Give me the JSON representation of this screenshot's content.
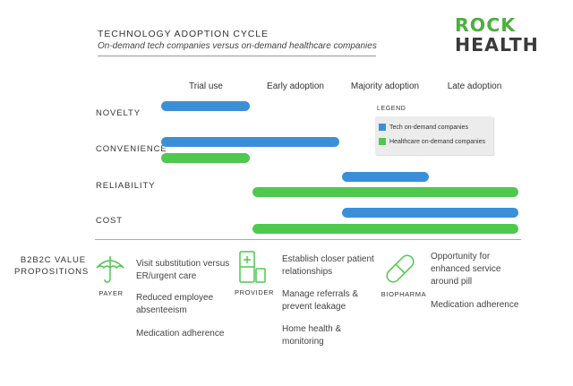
{
  "header": {
    "title": "TECHNOLOGY ADOPTION CYCLE",
    "subtitle": "On-demand tech companies versus on-demand healthcare companies"
  },
  "logo": {
    "line1": "ROCK",
    "line2": "HEALTH",
    "color_green": "#4caf3e",
    "color_dark": "#3a3a3a"
  },
  "phases": [
    "Trial use",
    "Early adoption",
    "Majority adoption",
    "Late adoption"
  ],
  "rows": [
    {
      "label": "NOVELTY"
    },
    {
      "label": "CONVENIENCE"
    },
    {
      "label": "RELIABILITY"
    },
    {
      "label": "COST"
    }
  ],
  "legend": {
    "title": "LEGEND",
    "items": [
      {
        "label": "Tech on-demand companies",
        "color": "#3b8fd9"
      },
      {
        "label": "Healthcare on-demand companies",
        "color": "#4fc84e"
      }
    ]
  },
  "chart_data": {
    "type": "gantt",
    "categories": [
      "Trial use",
      "Early adoption",
      "Majority adoption",
      "Late adoption"
    ],
    "rows": [
      "NOVELTY",
      "CONVENIENCE",
      "RELIABILITY",
      "COST"
    ],
    "series": [
      {
        "name": "Tech on-demand companies",
        "color": "#3b8fd9",
        "spans": [
          {
            "row": "NOVELTY",
            "start": 0,
            "end": 1
          },
          {
            "row": "CONVENIENCE",
            "start": 0,
            "end": 2
          },
          {
            "row": "RELIABILITY",
            "start": 2,
            "end": 3
          },
          {
            "row": "COST",
            "start": 2,
            "end": 4
          }
        ]
      },
      {
        "name": "Healthcare on-demand companies",
        "color": "#4fc84e",
        "spans": [
          {
            "row": "CONVENIENCE",
            "start": 0,
            "end": 1
          },
          {
            "row": "RELIABILITY",
            "start": 1,
            "end": 4
          },
          {
            "row": "COST",
            "start": 1,
            "end": 4
          }
        ]
      }
    ]
  },
  "value_props": {
    "heading_line1": "B2B2C VALUE",
    "heading_line2": "PROPOSITIONS",
    "payer": {
      "label": "PAYER",
      "icon": "umbrella-icon",
      "items": [
        "Visit substitution versus ER/urgent care",
        "Reduced employee absenteeism",
        "Medication adherence"
      ]
    },
    "provider": {
      "label": "PROVIDER",
      "icon": "medical-devices-icon",
      "items": [
        "Establish closer patient relationships",
        "Manage referrals & prevent leakage",
        "Home health & monitoring"
      ]
    },
    "biopharma": {
      "label": "BIOPHARMA",
      "icon": "pill-icon",
      "items": [
        "Opportunity for enhanced service around pill",
        "Medication adherence"
      ]
    },
    "icon_color": "#4fc84e"
  }
}
